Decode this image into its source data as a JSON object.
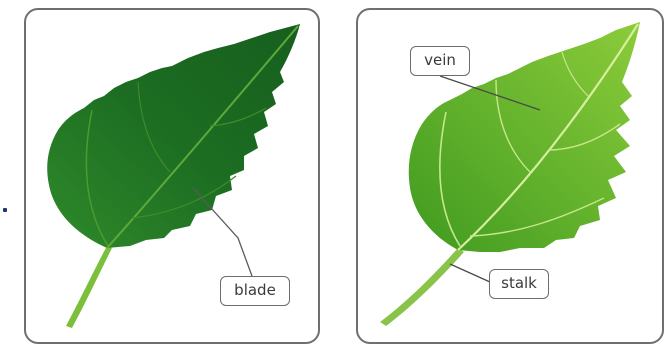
{
  "labels": {
    "blade": "blade",
    "vein": "vein",
    "stalk": "stalk"
  },
  "colors": {
    "panel_border": "#6f6f6f",
    "label_border": "#6c6c6c",
    "leaf_dark": "#1f6a24",
    "leaf_light": "#5cae2c",
    "vein_color": "#bfe48a"
  }
}
